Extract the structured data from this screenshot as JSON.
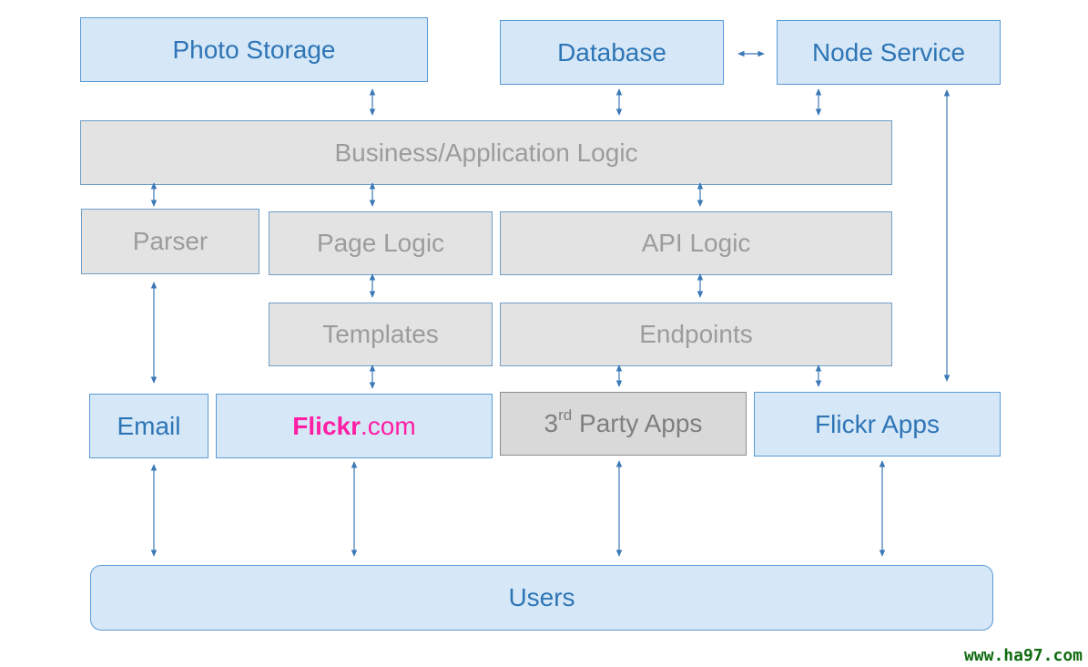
{
  "boxes": {
    "photo_storage": "Photo Storage",
    "database": "Database",
    "node_service": "Node Service",
    "business_logic": "Business/Application Logic",
    "parser": "Parser",
    "page_logic": "Page Logic",
    "api_logic": "API Logic",
    "templates": "Templates",
    "endpoints": "Endpoints",
    "email": "Email",
    "flickr_com_brand": "Flickr",
    "flickr_com_suffix": ".com",
    "third_party_num": "3",
    "third_party_sup": "rd",
    "third_party_text": " Party Apps",
    "flickr_apps": "Flickr Apps",
    "users": "Users"
  },
  "colors": {
    "blue_fill": "#d6e8f7",
    "blue_border": "#5b9bd5",
    "blue_text": "#2e75b6",
    "gray_fill": "#e3e3e3",
    "gray_text": "#9c9c9c",
    "flickr_pink": "#ff1fa4",
    "arrow": "#3b78b7"
  },
  "watermark": "www.ha97.com"
}
